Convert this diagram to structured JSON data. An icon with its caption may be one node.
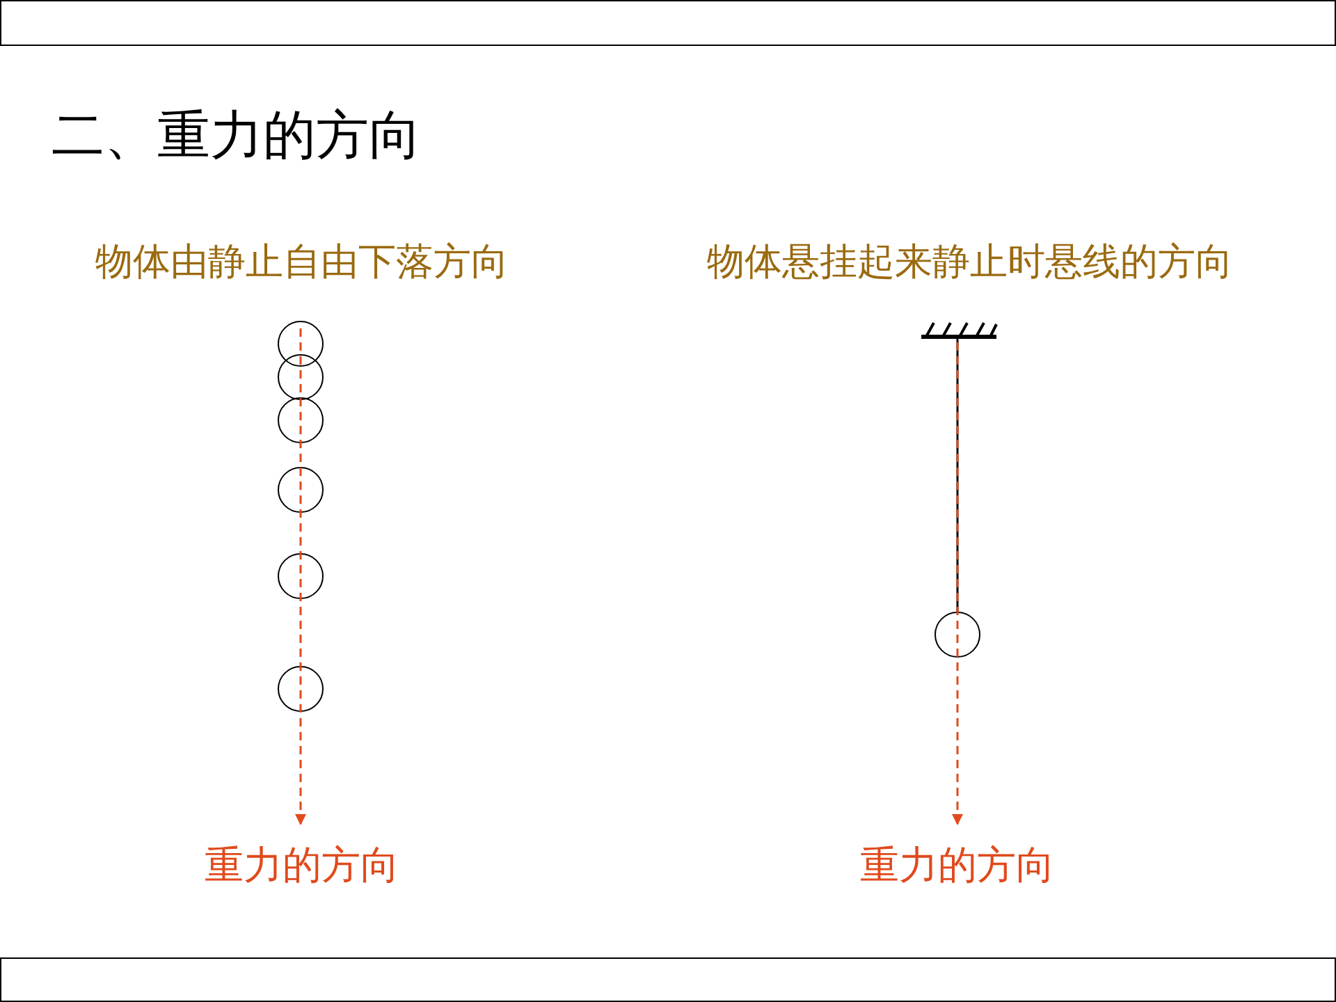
{
  "diagram": {
    "title": "二、重力的方向",
    "labels": [
      "物体由静止自由下落方向",
      "物体悬挂起来静止时悬线的方向",
      "重力的方向",
      "重力的方向"
    ]
  }
}
